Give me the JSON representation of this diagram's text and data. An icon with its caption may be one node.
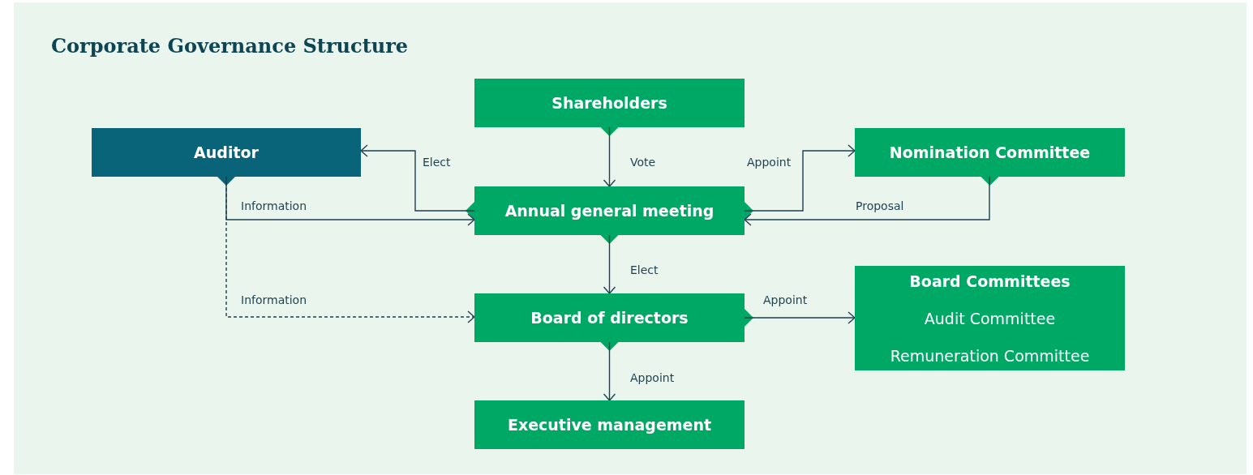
{
  "diagram": {
    "title": "Corporate Governance Structure",
    "nodes": [
      {
        "text": [
          "Shareholders"
        ]
      },
      {
        "text": [
          "Auditor"
        ]
      },
      {
        "text": [
          "Annual general meeting"
        ]
      },
      {
        "text": [
          "Nomination Committee"
        ]
      },
      {
        "text": [
          "Board of directors"
        ]
      },
      {
        "text": [
          "Board Committees",
          "Audit Committee",
          "Remuneration Committee"
        ]
      },
      {
        "text": [
          "Executive management"
        ]
      }
    ],
    "edges": [
      {
        "from": 0,
        "to": 2,
        "arrow": "to",
        "label": "Vote"
      },
      {
        "from": 2,
        "to": 1,
        "arrow": "to",
        "label": "Elect"
      },
      {
        "from": 1,
        "to": 2,
        "arrow": "to",
        "label": "Information"
      },
      {
        "from": 1,
        "to": 4,
        "arrow": "to",
        "label": "Information",
        "style": "dashed"
      },
      {
        "from": 2,
        "to": 3,
        "arrow": "to",
        "label": "Appoint"
      },
      {
        "from": 3,
        "to": 2,
        "arrow": "to",
        "label": "Proposal"
      },
      {
        "from": 2,
        "to": 4,
        "arrow": "to",
        "label": "Elect"
      },
      {
        "from": 4,
        "to": 5,
        "arrow": "to",
        "label": "Appoint"
      },
      {
        "from": 4,
        "to": 6,
        "arrow": "to",
        "label": "Appoint"
      }
    ]
  }
}
